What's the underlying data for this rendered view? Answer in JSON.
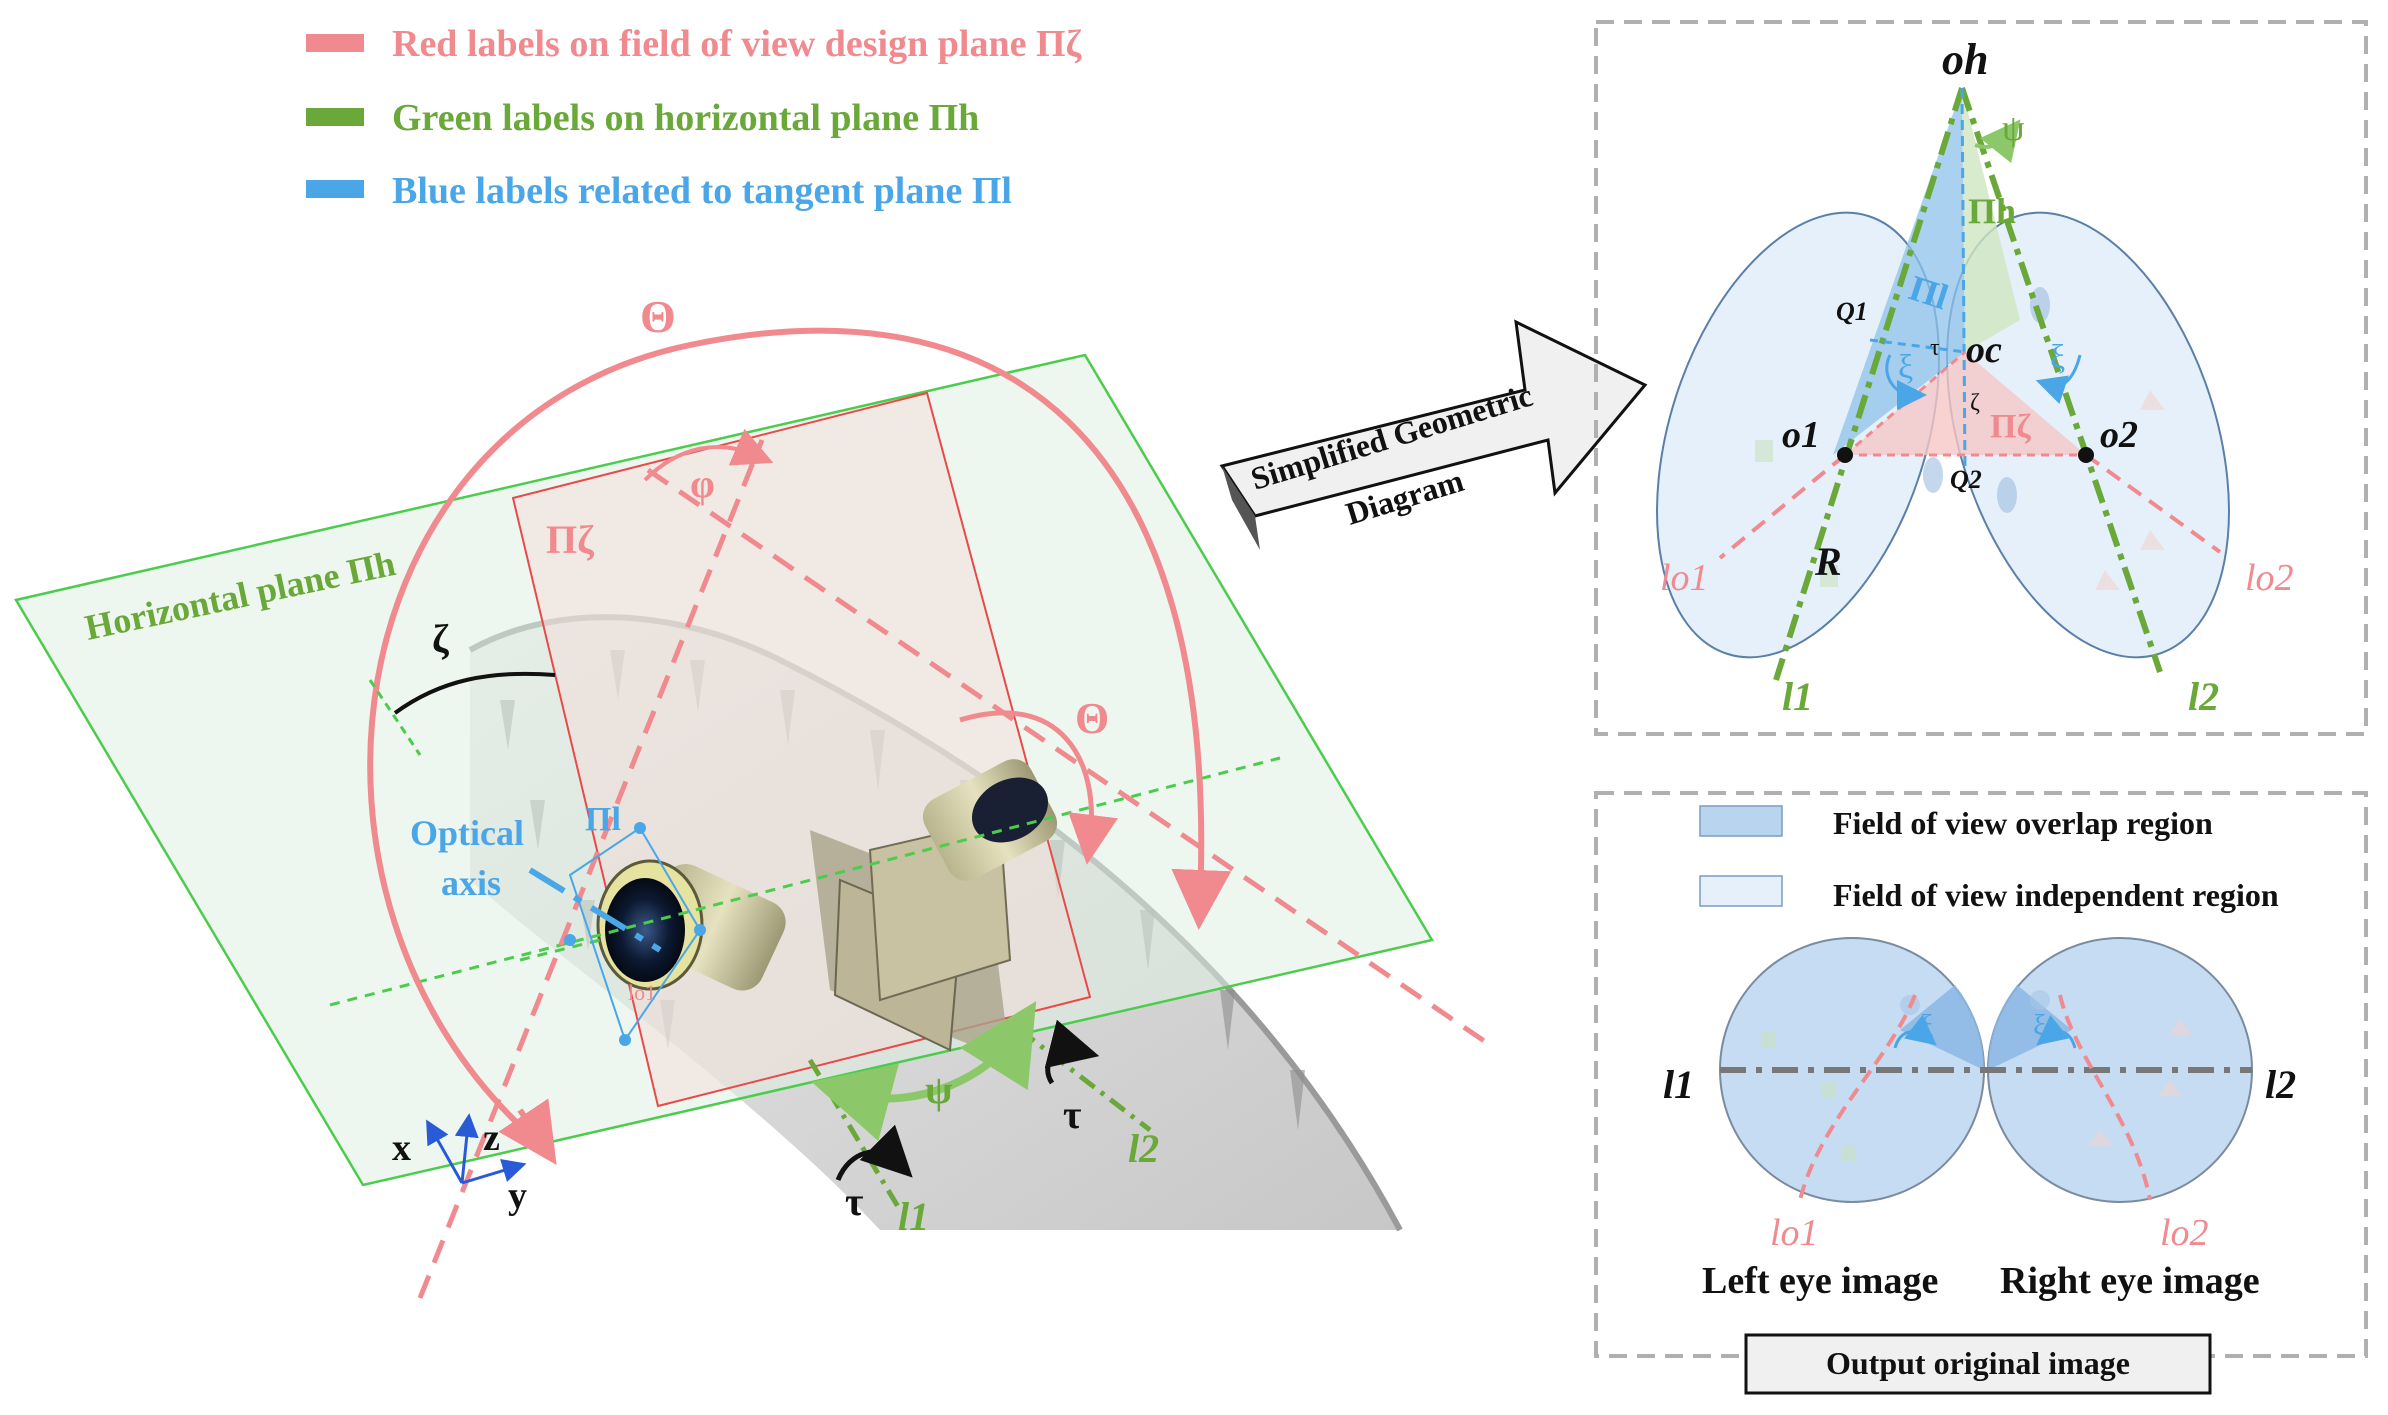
{
  "colors": {
    "red": "#f08a8f",
    "green": "#6aa83a",
    "blue": "#4aa6e6",
    "gray_dash": "#b0b0b0",
    "overlap_fill": "#b8d4ee",
    "independent_fill": "#e6f0fb",
    "plane_fill": "#dff0e2"
  },
  "legend": {
    "red": "Red labels on field of view design plane Πζ",
    "green": "Green labels on horizontal plane  Πh",
    "blue": "Blue labels related to tangent plane Πl"
  },
  "left_diagram": {
    "theta_top": "Θ",
    "theta_right": "Θ",
    "horizontal_plane": "Horizontal plane Πh",
    "pi_zeta": "Πζ",
    "phi": "φ",
    "zeta": "ζ",
    "optical_axis_1": "Optical",
    "optical_axis_2": "axis",
    "pi_l": "Πl",
    "l_o1": "lo1",
    "psi": "ψ",
    "tau_left": "τ",
    "tau_right": "τ",
    "l1": "l1",
    "l2": "l2",
    "axis_x": "x",
    "axis_y": "y",
    "axis_z": "z"
  },
  "arrow_label": {
    "line1": "Simplified Geometric",
    "line2": "Diagram"
  },
  "geometric_diagram": {
    "o_h": "oh",
    "psi": "ψ",
    "pi_h": "Πh",
    "pi_l": "Πl",
    "q1": "Q1",
    "q2": "Q2",
    "tau": "τ",
    "o_c": "oc",
    "xi_left": "ξ",
    "xi_right": "ξ",
    "zeta": "ζ",
    "pi_zeta": "Πζ",
    "o1": "o1",
    "o2": "o2",
    "R": "R",
    "l_o1": "lo1",
    "l_o2": "lo2",
    "l1": "l1",
    "l2": "l2"
  },
  "output_panel": {
    "legend_overlap": "Field of view overlap region",
    "legend_independent": "Field of view independent region",
    "l1": "l1",
    "l2": "l2",
    "xi_left": "ξ",
    "xi_right": "ξ",
    "l_o1": "lo1",
    "l_o2": "lo2",
    "left_caption": "Left eye image",
    "right_caption": "Right eye image",
    "output_button": "Output original image"
  }
}
